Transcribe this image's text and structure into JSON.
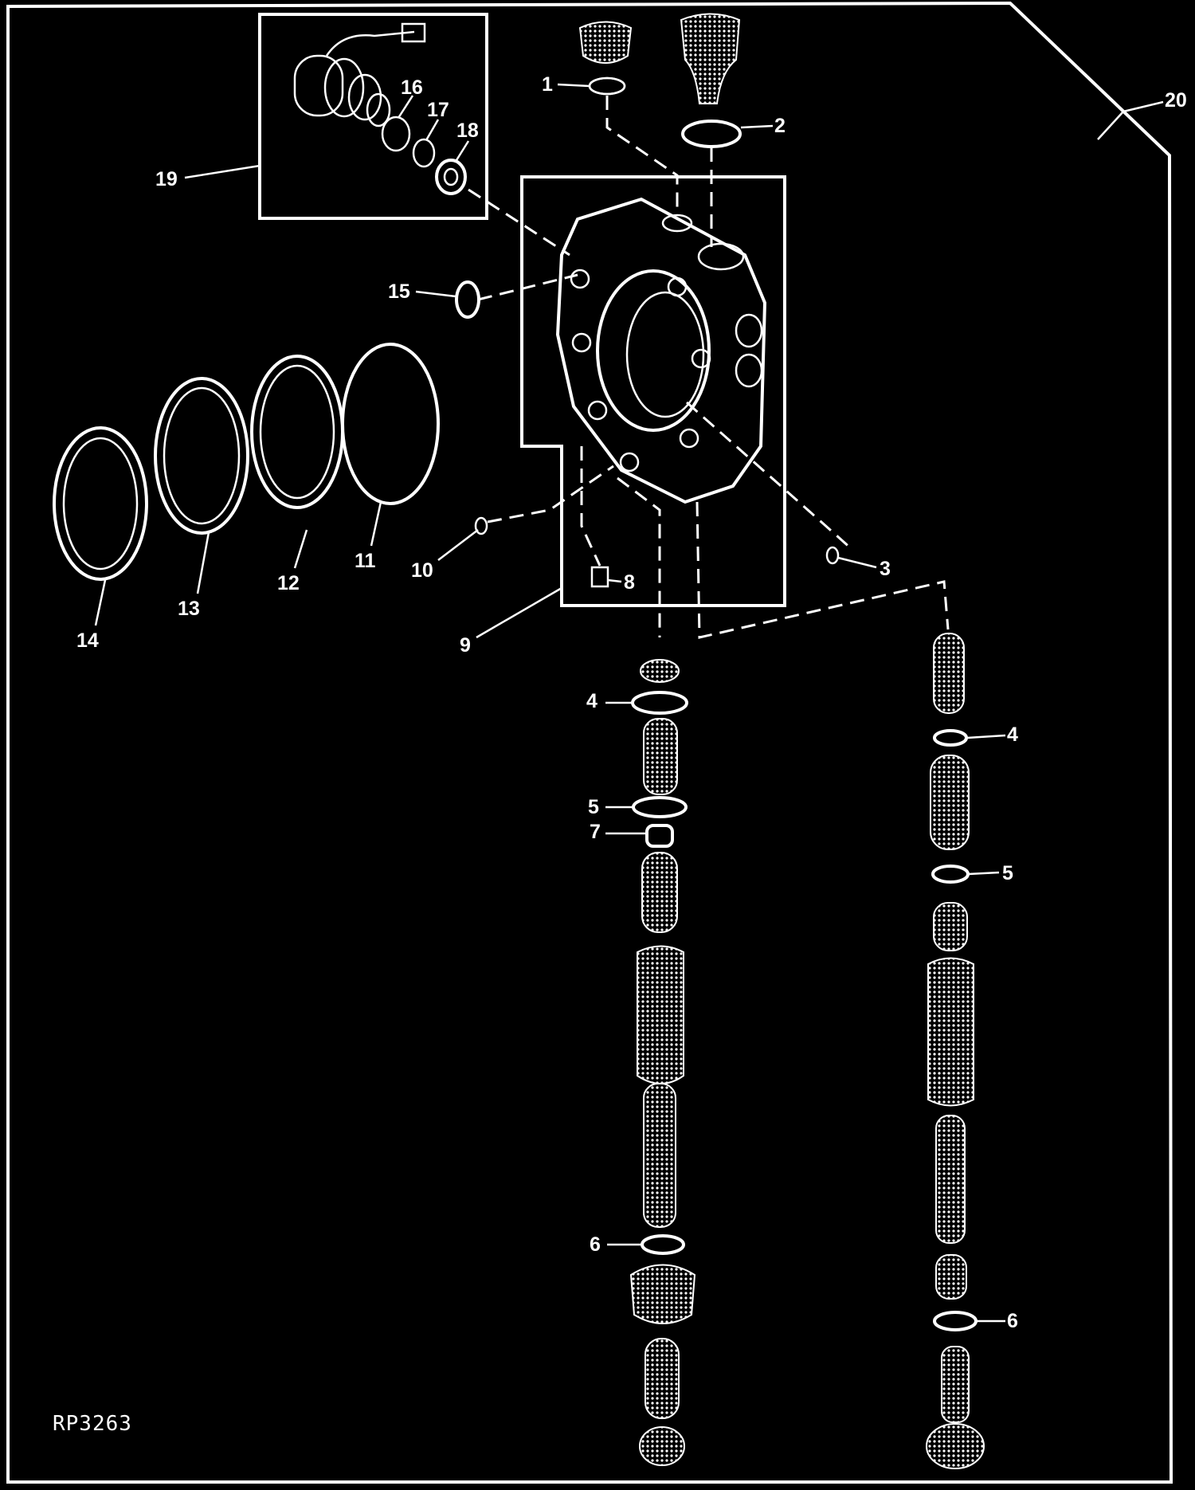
{
  "figure_code": "RP3263",
  "callouts": [
    "1",
    "2",
    "3",
    "4",
    "4",
    "5",
    "5",
    "6",
    "6",
    "7",
    "8",
    "9",
    "10",
    "11",
    "12",
    "13",
    "14",
    "15",
    "16",
    "17",
    "18",
    "19",
    "20"
  ]
}
